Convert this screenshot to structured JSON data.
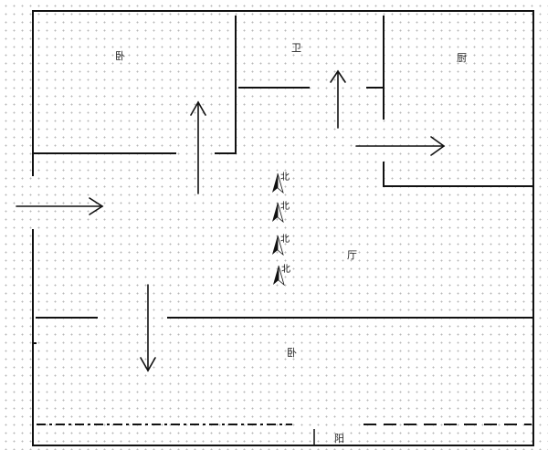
{
  "rooms": {
    "bedroom_top": "卧",
    "bathroom": "卫",
    "kitchen": "厨",
    "living": "厅",
    "bedroom_bottom": "卧",
    "balcony": "阳"
  },
  "north_label": "北",
  "colors": {
    "wall": "#111111",
    "grid_dot": "#b8b8b8",
    "background": "#ffffff"
  }
}
